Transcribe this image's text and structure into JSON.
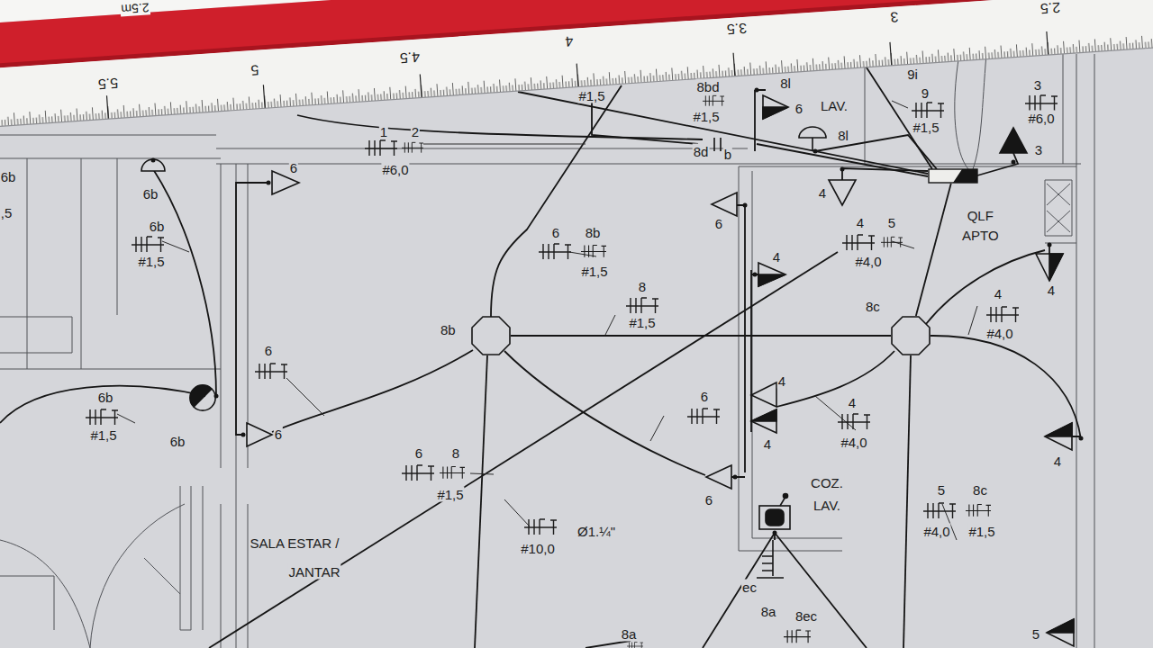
{
  "diagram": {
    "nodes": [
      {
        "text": [
          "QLF APTO"
        ]
      },
      {
        "text": [
          "8b"
        ]
      },
      {
        "text": [
          "8c"
        ]
      }
    ],
    "edges": [
      {
        "from": 1,
        "to": 2,
        "arrow": "none"
      },
      {
        "from": 2,
        "to": 0,
        "arrow": "none"
      }
    ],
    "labels": [
      "2.5m",
      "5.5",
      "5",
      "4.5",
      "4",
      "3.5",
      "3",
      "2.5",
      "6b",
      ",5",
      "#1,5",
      "8bd",
      "#1,5",
      "8l",
      "6",
      "LAV.",
      "8l",
      "9i",
      "9",
      "#1,5",
      "3",
      "#6,0",
      "3",
      "1",
      "2",
      "#6,0",
      "8d",
      "b",
      "6",
      "6b",
      "4",
      "6b",
      "#1,5",
      "6",
      "4",
      "5",
      "#4,0",
      "6",
      "8b",
      "#1,5",
      "4",
      "8",
      "#1,5",
      "4",
      "#4,0",
      "4",
      "6",
      "6b",
      "#1,5",
      "6b",
      "6",
      "4",
      "4",
      "6",
      "4",
      "#4,0",
      "4",
      "6",
      "8",
      "#1,5",
      "6",
      "COZ.",
      "LAV.",
      "Ø1.¼\"",
      "#10,0",
      "5",
      "8c",
      "#4,0",
      "#1,5",
      "SALA ESTAR /",
      "JANTAR",
      "ec",
      "8a",
      "8ec",
      "8a",
      "5"
    ]
  }
}
